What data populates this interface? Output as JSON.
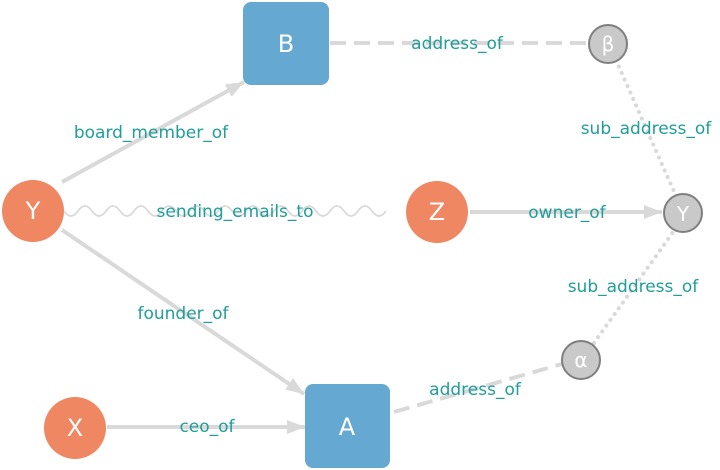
{
  "colors": {
    "person": "#ef8763",
    "company": "#65a8d1",
    "address": "#c9c9c9",
    "address_stroke": "#7f7f7f",
    "edge": "#d9d9d9",
    "edge_label": "#1f9e99",
    "node_text": "#ffffff"
  },
  "nodes": [
    {
      "id": "Y1",
      "label": "Y",
      "type": "person"
    },
    {
      "id": "X",
      "label": "X",
      "type": "person"
    },
    {
      "id": "Z",
      "label": "Z",
      "type": "person"
    },
    {
      "id": "B",
      "label": "B",
      "type": "company"
    },
    {
      "id": "A",
      "label": "A",
      "type": "company"
    },
    {
      "id": "beta",
      "label": "β",
      "type": "address"
    },
    {
      "id": "Y2",
      "label": "Y",
      "type": "address"
    },
    {
      "id": "alpha",
      "label": "α",
      "type": "address"
    }
  ],
  "edges": [
    {
      "id": "board_member_of",
      "from": "Y1",
      "to": "B",
      "label": "board_member_of",
      "style": "solid-arrow"
    },
    {
      "id": "sending_emails_to",
      "from": "Y1",
      "to": "Z",
      "label": "sending_emails_to",
      "style": "wavy"
    },
    {
      "id": "founder_of",
      "from": "Y1",
      "to": "A",
      "label": "founder_of",
      "style": "solid-arrow"
    },
    {
      "id": "ceo_of",
      "from": "X",
      "to": "A",
      "label": "ceo_of",
      "style": "solid-arrow"
    },
    {
      "id": "owner_of",
      "from": "Z",
      "to": "Y2",
      "label": "owner_of",
      "style": "solid-arrow"
    },
    {
      "id": "address_of_b",
      "from": "B",
      "to": "beta",
      "label": "address_of",
      "style": "dashed"
    },
    {
      "id": "address_of_a",
      "from": "A",
      "to": "alpha",
      "label": "address_of",
      "style": "dashed"
    },
    {
      "id": "sub_address_of_beta",
      "from": "beta",
      "to": "Y2",
      "label": "sub_address_of",
      "style": "dotted"
    },
    {
      "id": "sub_address_of_alpha",
      "from": "alpha",
      "to": "Y2",
      "label": "sub_address_of",
      "style": "dotted"
    }
  ]
}
